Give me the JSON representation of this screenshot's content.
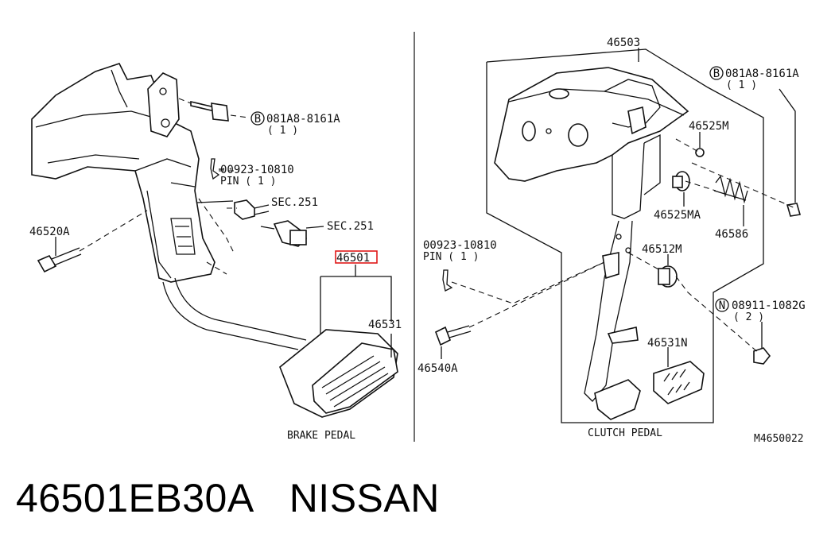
{
  "footer": {
    "part_number": "46501EB30A",
    "brand": "NISSAN"
  },
  "brake": {
    "bolt_ref": "081A8-8161A",
    "bolt_qty": "( 1 )",
    "bolt_code": "B",
    "pin_ref": "00923-10810",
    "pin_qty": "PIN ( 1 )",
    "sec1": "SEC.251",
    "sec2": "SEC.251",
    "bolt_left": "46520A",
    "pedal_assy": "46501",
    "pad": "46531",
    "title": "BRAKE PEDAL"
  },
  "clutch": {
    "bracket": "46503",
    "bolt_ref": "081A8-8161A",
    "bolt_qty": "( 1 )",
    "bolt_code": "B",
    "m1": "46525M",
    "ma": "46525MA",
    "spring": "46586",
    "m2": "46512M",
    "pin_ref": "00923-10810",
    "pin_qty": "PIN ( 1 )",
    "nut_ref": "08911-1082G",
    "nut_qty": "( 2 )",
    "nut_code": "N",
    "pad": "46531N",
    "bolt_left": "46540A",
    "title": "CLUTCH PEDAL",
    "drawing_no": "M4650022"
  }
}
